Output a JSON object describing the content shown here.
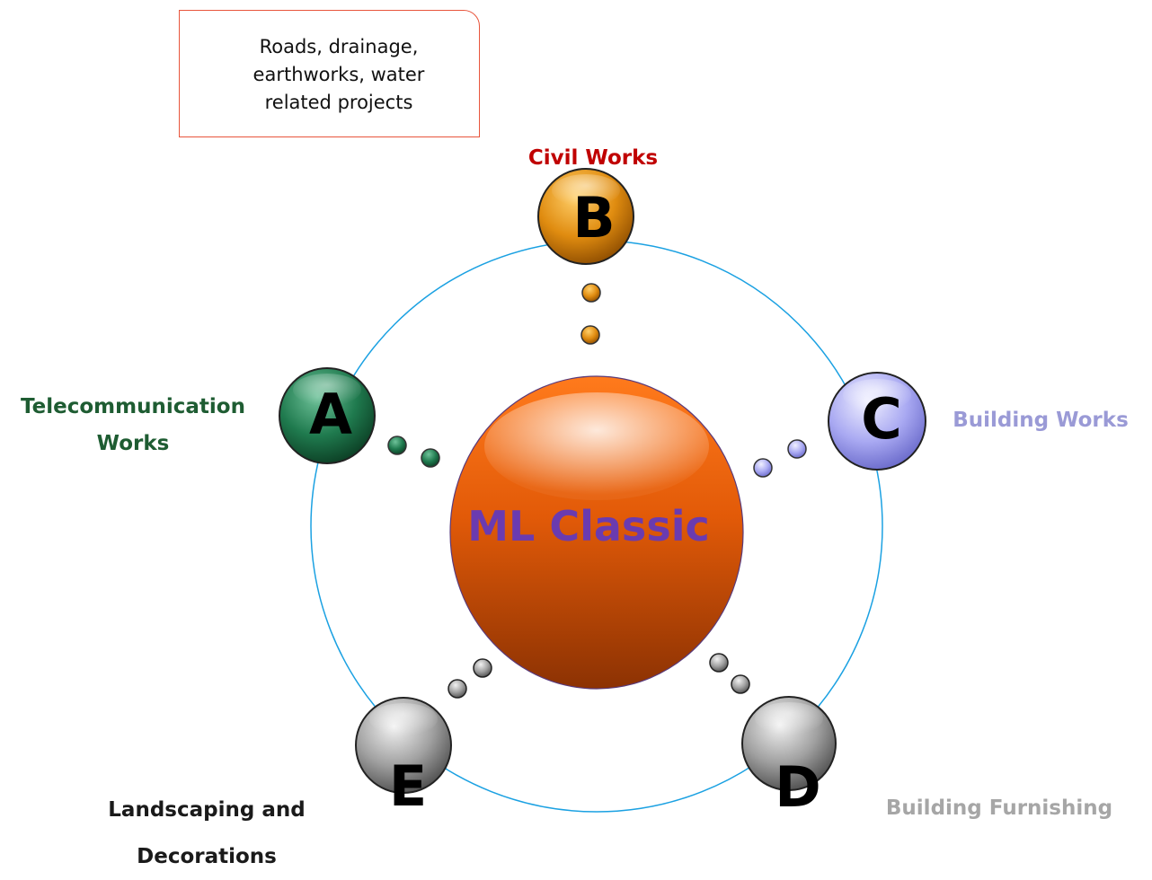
{
  "callout": {
    "text": "Roads,  drainage,\nearthworks, water\nrelated projects"
  },
  "center": {
    "label": "ML Classic",
    "color": "#6a3bb0"
  },
  "nodes": {
    "A": {
      "letter": "A",
      "label_line1": "Telecommunication",
      "label_line2": "Works",
      "color": "#1e5c32"
    },
    "B": {
      "letter": "B",
      "label": "Civil Works",
      "color": "#c00000"
    },
    "C": {
      "letter": "C",
      "label": "Building Works",
      "color": "#9a9ad6"
    },
    "D": {
      "letter": "D",
      "label": "Building Furnishing",
      "color": "#a6a6a6"
    },
    "E": {
      "letter": "E",
      "label_line1": "Landscaping and",
      "label_line2": "Decorations",
      "color": "#1a1a1a"
    }
  },
  "ring_color": "#1ba1e2"
}
